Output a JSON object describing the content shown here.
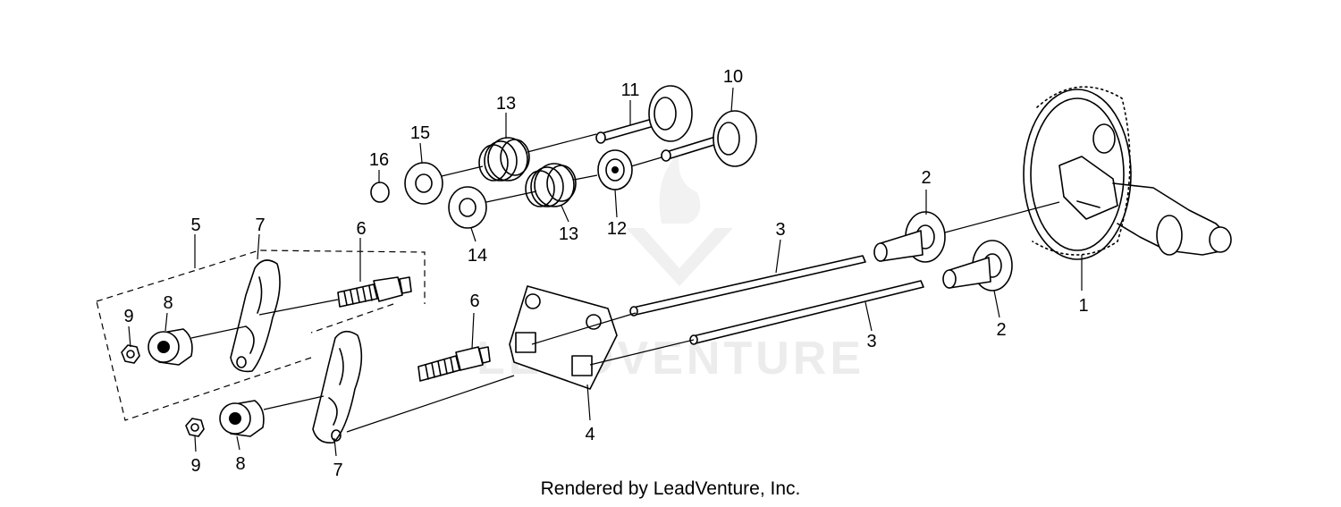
{
  "credit": "Rendered by LeadVenture, Inc.",
  "watermark": "LEADVENTURE",
  "callouts": [
    {
      "id": "1a",
      "text": "1"
    },
    {
      "id": "2a",
      "text": "2"
    },
    {
      "id": "2b",
      "text": "2"
    },
    {
      "id": "3a",
      "text": "3"
    },
    {
      "id": "3b",
      "text": "3"
    },
    {
      "id": "4a",
      "text": "4"
    },
    {
      "id": "5a",
      "text": "5"
    },
    {
      "id": "6a",
      "text": "6"
    },
    {
      "id": "6b",
      "text": "6"
    },
    {
      "id": "7a",
      "text": "7"
    },
    {
      "id": "7b",
      "text": "7"
    },
    {
      "id": "8a",
      "text": "8"
    },
    {
      "id": "8b",
      "text": "8"
    },
    {
      "id": "9a",
      "text": "9"
    },
    {
      "id": "9b",
      "text": "9"
    },
    {
      "id": "10a",
      "text": "10"
    },
    {
      "id": "11a",
      "text": "11"
    },
    {
      "id": "12a",
      "text": "12"
    },
    {
      "id": "13a",
      "text": "13"
    },
    {
      "id": "13b",
      "text": "13"
    },
    {
      "id": "14a",
      "text": "14"
    },
    {
      "id": "15a",
      "text": "15"
    },
    {
      "id": "16a",
      "text": "16"
    }
  ]
}
